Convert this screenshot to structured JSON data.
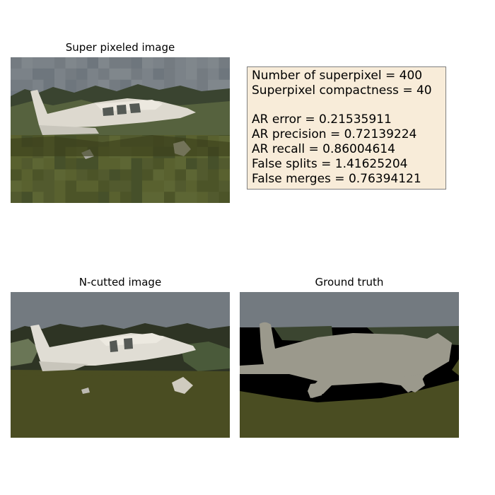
{
  "panels": {
    "superpixel": {
      "title": "Super pixeled image"
    },
    "ncut": {
      "title": "N-cutted image"
    },
    "ground_truth": {
      "title": "Ground truth"
    }
  },
  "stats": {
    "num_superpixel": "Number of superpixel = 400",
    "compactness": "Superpixel compactness = 40",
    "ar_error": "AR error = 0.21535911",
    "ar_precision": "AR precision = 0.72139224",
    "ar_recall": "AR recall = 0.86004614",
    "false_splits": "False splits = 1.41625204",
    "false_merges": "False merges = 0.76394121"
  },
  "colors": {
    "sky": "#737a80",
    "grass": "#4a4d22",
    "trees_dark": "#2e3424",
    "trees_mid": "#4a5a3a",
    "plane": "#e0ddd4",
    "gt_plane": "#9b998c",
    "gt_black": "#000000",
    "gt_trees": "#3b4530",
    "stats_bg": "#f8ecd9"
  }
}
